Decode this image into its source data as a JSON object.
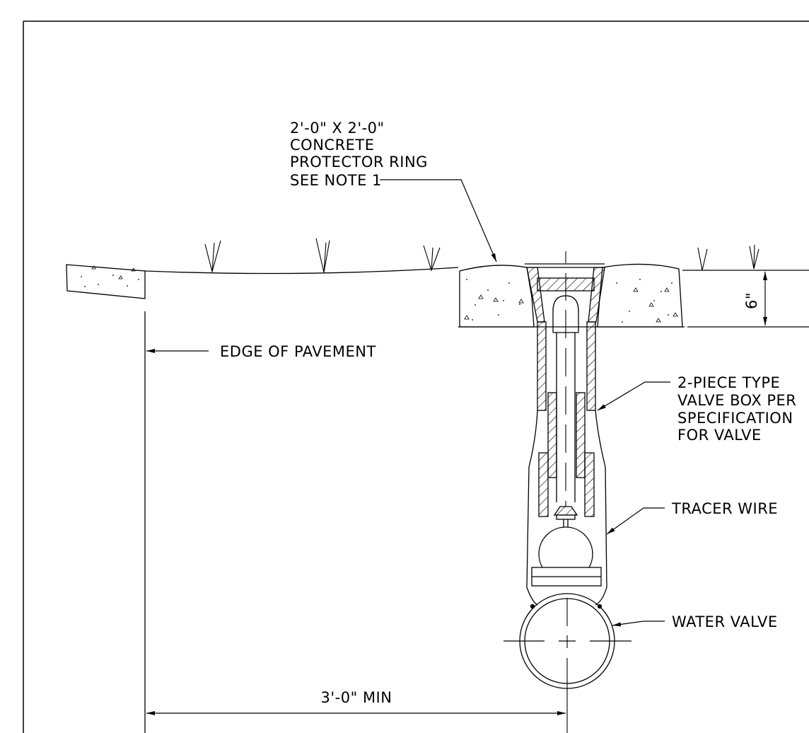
{
  "labels": {
    "protector_ring": [
      "2'-0\" X 2'-0\"",
      "CONCRETE",
      "PROTECTOR RING",
      "SEE NOTE 1"
    ],
    "edge_of_pavement": "EDGE OF PAVEMENT",
    "valve_box": [
      "2-PIECE TYPE",
      "VALVE BOX PER",
      "SPECIFICATION",
      "FOR VALVE"
    ],
    "tracer_wire": "TRACER WIRE",
    "water_valve": "WATER VALVE",
    "min_distance": "3'-0\" MIN",
    "ring_depth": "6\""
  },
  "colors": {
    "line": "#000000",
    "background": "#ffffff"
  }
}
